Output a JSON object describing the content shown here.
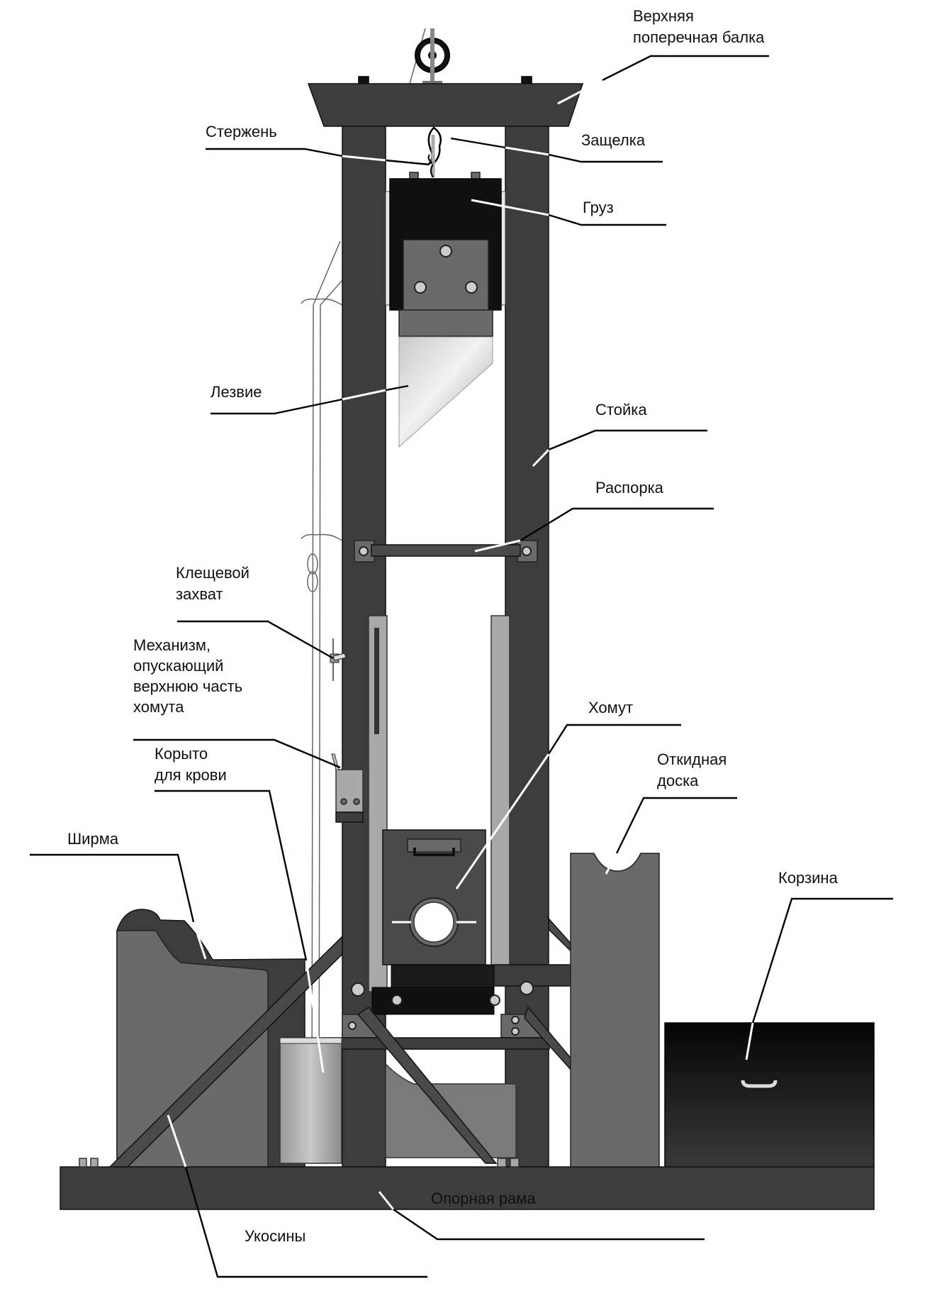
{
  "diagram": {
    "subject": "Guillotine",
    "colors": {
      "frame": "#3d3d3d",
      "weight": "#111111",
      "blade": "#d8d8d8",
      "guide": "#a8a8a8",
      "background": "#ffffff"
    },
    "labels": {
      "crossbeam": [
        "Верхняя",
        "поперечная балка"
      ],
      "rod": "Стержень",
      "latch": "Защелка",
      "weight": "Груз",
      "blade": "Лезвие",
      "post": "Стойка",
      "strut": "Распорка",
      "tong_grip": [
        "Клещевой",
        "захват"
      ],
      "lowering_mechanism": [
        "Механизм,",
        "опускающий",
        "верхнюю часть",
        "хомута"
      ],
      "lunette": "Хомут",
      "blood_trough": [
        "Корыто",
        "для крови"
      ],
      "bascule": [
        "Откидная",
        "доска"
      ],
      "screen": "Ширма",
      "basket": "Корзина",
      "base_frame": "Опорная рама",
      "braces": "Укосины"
    }
  }
}
